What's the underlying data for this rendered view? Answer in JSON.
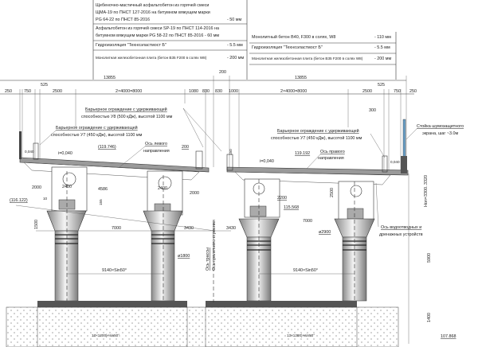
{
  "notes_left": {
    "layer1_line1": "Щебеночно-мастичный асфальтобетон из горячей смеси",
    "layer1_line2": "ЩМА-19 по ПНСТ 127-2016 на битумном вяжущем марки",
    "layer1_line3": "PG 64-22 по ПНСТ 85-2016",
    "layer1_thk": "- 50 мм",
    "layer2_line1": "Асфальтобетон из горячей смеси SP-19 по ПНСТ 114-2016 на",
    "layer2_line2": "битумном вяжущем марки PG 58-22 по ПНСТ 85-2016  - 60 мм",
    "layer3": "Гидроизоляция \"Техноэластмост Б\"",
    "layer3_thk": "- 5.5 мм",
    "layer4": "Монолитная железобетонная плита (бетон В35 F200 в солях W8)",
    "layer4_thk": "- 200 мм"
  },
  "notes_right": {
    "layer1": "Монолитный бетон В40, F300 в солях, W8",
    "layer1_thk": "- 110 мм",
    "layer2": "Гидроизоляция \"Техноэластмост Б\"",
    "layer2_thk": "- 5.5 мм",
    "layer3": "Монолитная железобетонная плита (бетон В35 F200 в солях W8)",
    "layer3_thk": "- 200 мм"
  },
  "dims_top": {
    "total_left": "13855",
    "total_right": "13855",
    "gap": "200",
    "left": [
      "250",
      "750",
      "525",
      "2500",
      "2×4000=8000",
      "1080",
      "830"
    ],
    "right": [
      "830",
      "1000",
      "2×4000=8000",
      "2500",
      "525",
      "750",
      "250",
      "300"
    ]
  },
  "labels": {
    "barrier_u8_1": "Барьерное ограждение с удерживающей",
    "barrier_u8_2": "способностью У8 (500 кДж), высотой 1100 мм",
    "barrier_u7_left_1": "Барьерное ограждение с удерживающей",
    "barrier_u7_left_2": "способностью У7 (450 кДж), высотой 1100 мм",
    "barrier_u7_right_1": "Барьерное ограждение с удерживающей",
    "barrier_u7_right_2": "способностью У7 (450 кДж), высотой 1100 мм",
    "slope_left": "i=0,040",
    "slope_right": "i=0,040",
    "slope_edge_left": "0,040",
    "slope_edge_right": "0,040",
    "elev_left_axis": "(119.746)",
    "elev_right_axis": "119.192",
    "axis_left_1": "Ось левого",
    "axis_left_2": "направления",
    "axis_right_1": "Ось правого",
    "axis_right_2": "направления",
    "dim_200": "200",
    "dim_150": "150",
    "noise_screen_1": "Стойка шумозащитного",
    "noise_screen_2": "экрана, шаг ~3.0м",
    "h_total": "Hоп=3300..3320",
    "dim_2000_a": "2000",
    "dim_2400_a": "2400",
    "dim_4586": "4586",
    "dim_2400_b": "2400",
    "dim_2000_b": "2000",
    "dim_10": "10",
    "dim_155": "155",
    "elev_cap_left": "(116.122)",
    "dim_1500": "1500",
    "dim_7000_a": "7000",
    "dim_3430_a": "3430",
    "dim_3430_b": "3430",
    "dim_2500": "2500",
    "dim_2200": "2200",
    "elev_cap_right": "115.568",
    "dim_7000_b": "7000",
    "dia_2900": "ø2900",
    "dia_1800": "ø1800",
    "drain_1": "Ось водоотводных и",
    "drain_2": "дренажных устройств",
    "route_axis_1": "Ось трассы",
    "route_axis_2": "Ось пролетного строения",
    "span_left": "9140×Sin50°",
    "span_right": "9140×Sin50°",
    "dim_5900": "5900",
    "dim_1400": "1400",
    "piles_left": "13×1200)×sin50°",
    "piles_right": "13×1200)×sin50°",
    "elev_bottom": "107.868"
  }
}
